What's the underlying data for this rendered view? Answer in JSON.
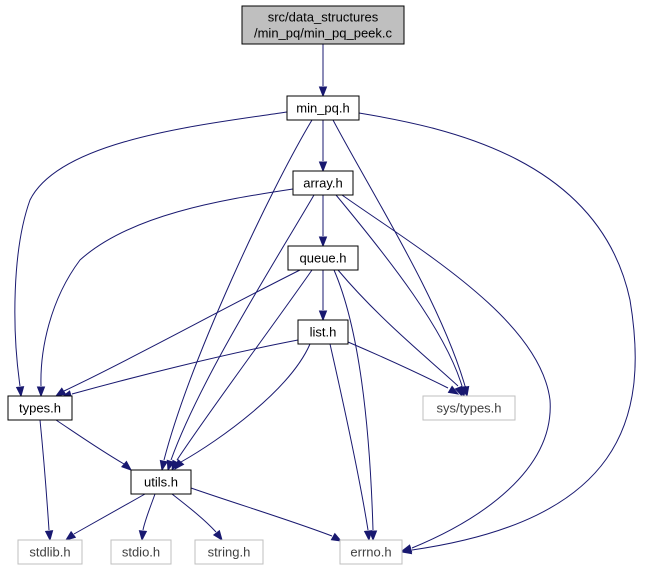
{
  "diagram": {
    "nodes": {
      "root": {
        "lines": [
          "src/data_structures",
          "/min_pq/min_pq_peek.c"
        ],
        "kind": "root"
      },
      "min_pq_h": {
        "lines": [
          "min_pq.h"
        ],
        "kind": "local"
      },
      "array_h": {
        "lines": [
          "array.h"
        ],
        "kind": "local"
      },
      "queue_h": {
        "lines": [
          "queue.h"
        ],
        "kind": "local"
      },
      "list_h": {
        "lines": [
          "list.h"
        ],
        "kind": "local"
      },
      "types_h": {
        "lines": [
          "types.h"
        ],
        "kind": "local"
      },
      "utils_h": {
        "lines": [
          "utils.h"
        ],
        "kind": "local"
      },
      "sys_types_h": {
        "lines": [
          "sys/types.h"
        ],
        "kind": "system"
      },
      "stdlib_h": {
        "lines": [
          "stdlib.h"
        ],
        "kind": "system"
      },
      "stdio_h": {
        "lines": [
          "stdio.h"
        ],
        "kind": "system"
      },
      "string_h": {
        "lines": [
          "string.h"
        ],
        "kind": "system"
      },
      "errno_h": {
        "lines": [
          "errno.h"
        ],
        "kind": "system"
      }
    },
    "edges": [
      [
        "root",
        "min_pq_h"
      ],
      [
        "min_pq_h",
        "array_h"
      ],
      [
        "min_pq_h",
        "types_h"
      ],
      [
        "min_pq_h",
        "utils_h"
      ],
      [
        "min_pq_h",
        "sys_types_h"
      ],
      [
        "min_pq_h",
        "errno_h"
      ],
      [
        "array_h",
        "queue_h"
      ],
      [
        "array_h",
        "types_h"
      ],
      [
        "array_h",
        "utils_h"
      ],
      [
        "array_h",
        "sys_types_h"
      ],
      [
        "array_h",
        "errno_h"
      ],
      [
        "queue_h",
        "list_h"
      ],
      [
        "queue_h",
        "types_h"
      ],
      [
        "queue_h",
        "utils_h"
      ],
      [
        "queue_h",
        "sys_types_h"
      ],
      [
        "queue_h",
        "errno_h"
      ],
      [
        "list_h",
        "types_h"
      ],
      [
        "list_h",
        "utils_h"
      ],
      [
        "list_h",
        "sys_types_h"
      ],
      [
        "list_h",
        "errno_h"
      ],
      [
        "types_h",
        "utils_h"
      ],
      [
        "types_h",
        "stdlib_h"
      ],
      [
        "utils_h",
        "stdlib_h"
      ],
      [
        "utils_h",
        "stdio_h"
      ],
      [
        "utils_h",
        "string_h"
      ],
      [
        "utils_h",
        "errno_h"
      ]
    ],
    "colors": {
      "edge": "#191970",
      "root_fill": "#bfbfbf",
      "root_stroke": "#000000",
      "local_stroke": "#000000",
      "system_stroke": "#bfbfbf",
      "system_text": "#404040",
      "text": "#000000"
    }
  }
}
